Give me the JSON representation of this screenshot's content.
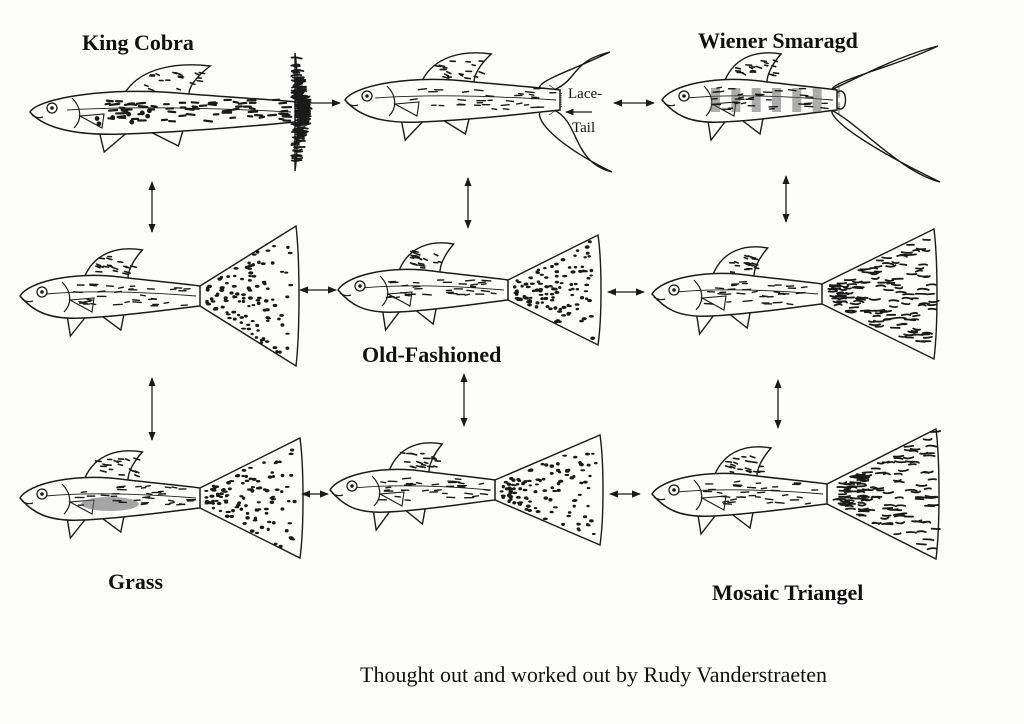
{
  "labels": {
    "king_cobra": "King Cobra",
    "wiener_smaragd": "Wiener Smaragd",
    "old_fashioned": "Old-Fashioned",
    "grass": "Grass",
    "mosaic_triangel": "Mosaic Triangel",
    "lace": "Lace-",
    "tail": "Tail"
  },
  "credit": "Thought out and worked out by Rudy Vanderstraeten",
  "fish": [
    {
      "id": "king-cobra",
      "tail": "triangle",
      "pattern": "cobra"
    },
    {
      "id": "lace-tail",
      "tail": "lyre",
      "pattern": "lace"
    },
    {
      "id": "wiener-smaragd",
      "tail": "lyre",
      "pattern": "bands"
    },
    {
      "id": "row2-left",
      "tail": "triangle",
      "pattern": "spotted"
    },
    {
      "id": "old-fashioned",
      "tail": "triangle",
      "pattern": "spotted"
    },
    {
      "id": "row2-right",
      "tail": "triangle",
      "pattern": "mosaic"
    },
    {
      "id": "grass",
      "tail": "triangle",
      "pattern": "grass"
    },
    {
      "id": "row3-middle",
      "tail": "triangle",
      "pattern": "spotted"
    },
    {
      "id": "mosaic-triangel",
      "tail": "triangle",
      "pattern": "mosaic"
    }
  ],
  "colors": {
    "ink": "#1a1a1a",
    "paper": "#fdfdfc",
    "shade": "#6a6a6a"
  }
}
